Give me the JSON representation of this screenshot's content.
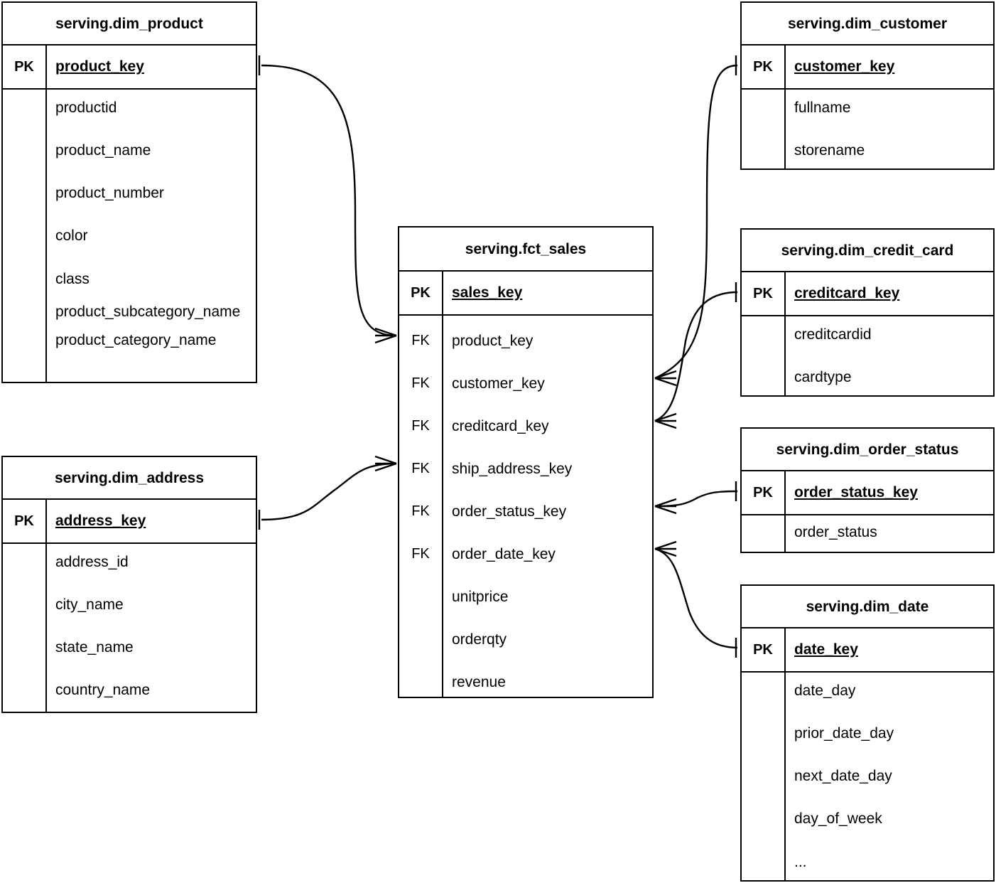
{
  "diagram": {
    "type": "entity-relationship-diagram",
    "notation": "crow's foot",
    "line_color": "#000000",
    "background_color": "#ffffff"
  },
  "labels": {
    "pk": "PK",
    "fk": "FK"
  },
  "entities": {
    "dim_product": {
      "title": "serving.dim_product",
      "pk": {
        "key": "PK",
        "name": "product_key"
      },
      "attributes": [
        "productid",
        "product_name",
        "product_number",
        "color",
        "class",
        "product_subcategory_name",
        "product_category_name"
      ]
    },
    "dim_address": {
      "title": "serving.dim_address",
      "pk": {
        "key": "PK",
        "name": "address_key"
      },
      "attributes": [
        "address_id",
        "city_name",
        "state_name",
        "country_name"
      ]
    },
    "fct_sales": {
      "title": "serving.fct_sales",
      "pk": {
        "key": "PK",
        "name": "sales_key"
      },
      "foreign_keys": [
        {
          "key": "FK",
          "name": "product_key"
        },
        {
          "key": "FK",
          "name": "customer_key"
        },
        {
          "key": "FK",
          "name": "creditcard_key"
        },
        {
          "key": "FK",
          "name": "ship_address_key"
        },
        {
          "key": "FK",
          "name": "order_status_key"
        },
        {
          "key": "FK",
          "name": "order_date_key"
        }
      ],
      "measures": [
        "unitprice",
        "orderqty",
        "revenue"
      ]
    },
    "dim_customer": {
      "title": "serving.dim_customer",
      "pk": {
        "key": "PK",
        "name": "customer_key"
      },
      "attributes": [
        "fullname",
        "storename"
      ]
    },
    "dim_credit_card": {
      "title": "serving.dim_credit_card",
      "pk": {
        "key": "PK",
        "name": "creditcard_key"
      },
      "attributes": [
        "creditcardid",
        "cardtype"
      ]
    },
    "dim_order_status": {
      "title": "serving.dim_order_status",
      "pk": {
        "key": "PK",
        "name": "order_status_key"
      },
      "attributes": [
        "order_status"
      ]
    },
    "dim_date": {
      "title": "serving.dim_date",
      "pk": {
        "key": "PK",
        "name": "date_key"
      },
      "attributes": [
        "date_day",
        "prior_date_day",
        "next_date_day",
        "day_of_week",
        "..."
      ]
    }
  },
  "relationships": [
    {
      "from": "dim_product.product_key",
      "to": "fct_sales.product_key",
      "from_cardinality": "one",
      "to_cardinality": "many"
    },
    {
      "from": "dim_address.address_key",
      "to": "fct_sales.ship_address_key",
      "from_cardinality": "one",
      "to_cardinality": "many"
    },
    {
      "from": "dim_customer.customer_key",
      "to": "fct_sales.customer_key",
      "from_cardinality": "one",
      "to_cardinality": "many"
    },
    {
      "from": "dim_credit_card.creditcard_key",
      "to": "fct_sales.creditcard_key",
      "from_cardinality": "one",
      "to_cardinality": "many"
    },
    {
      "from": "dim_order_status.order_status_key",
      "to": "fct_sales.order_status_key",
      "from_cardinality": "one",
      "to_cardinality": "many"
    },
    {
      "from": "dim_date.date_key",
      "to": "fct_sales.order_date_key",
      "from_cardinality": "one",
      "to_cardinality": "many"
    }
  ]
}
